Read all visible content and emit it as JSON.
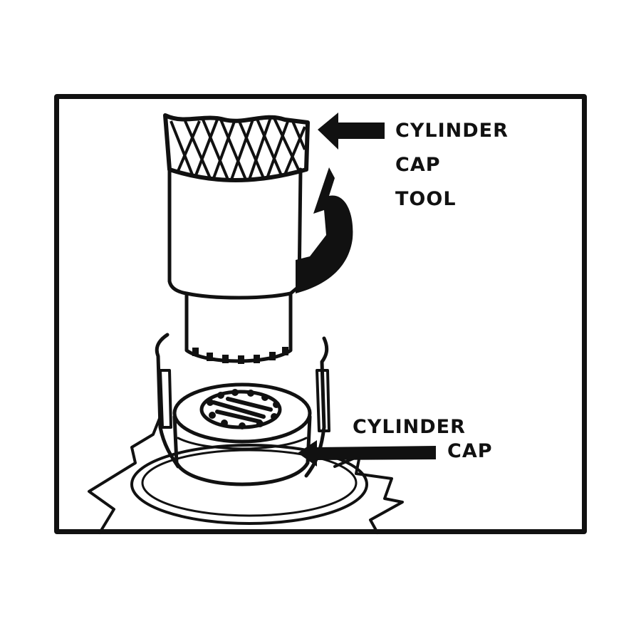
{
  "diagram": {
    "type": "technical-illustration",
    "subject": "Removing cylinder cap with cylinder cap tool",
    "labels": {
      "tool": {
        "line1": "CYLINDER",
        "line2": "CAP",
        "line3": "TOOL"
      },
      "cap": {
        "line1": "CYLINDER",
        "line2": "CAP"
      }
    },
    "arrows": [
      {
        "name": "tool-pointer-arrow",
        "direction": "left",
        "target": "cylinder cap tool (knurled grip)"
      },
      {
        "name": "cap-pointer-arrow",
        "direction": "left",
        "target": "cylinder cap"
      },
      {
        "name": "rotation-arrow",
        "direction": "counter-clockwise",
        "meaning": "turn tool to loosen"
      }
    ],
    "colors": {
      "ink": "#111111",
      "paper": "#ffffff"
    }
  }
}
